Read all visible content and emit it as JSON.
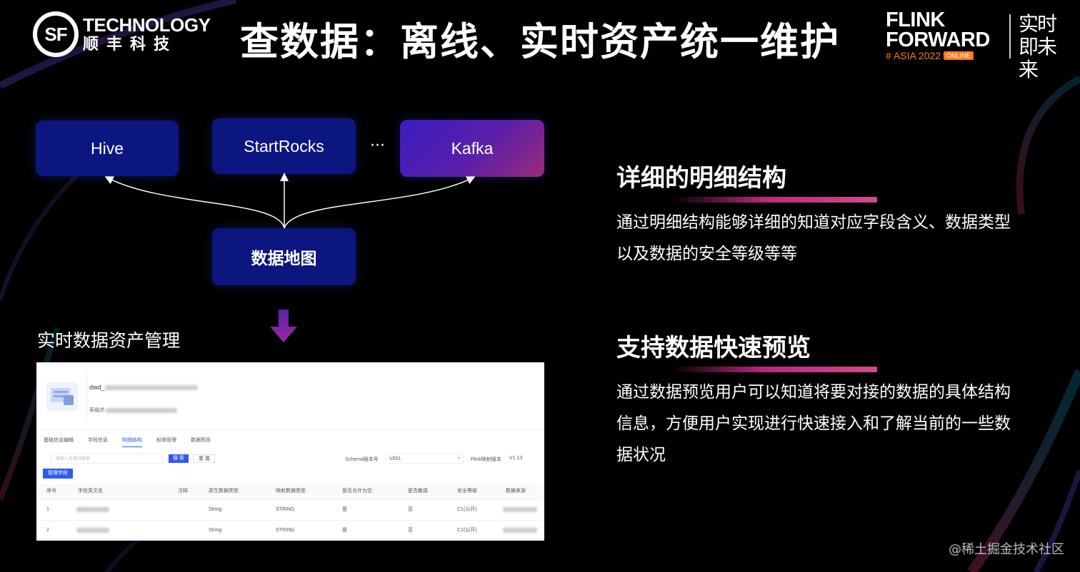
{
  "header": {
    "logo_mark": "SF",
    "logo_en": "TECHNOLOGY",
    "logo_cn": "顺丰科技",
    "title": "查数据：离线、实时资产统一维护",
    "brand_line1": "FLINK",
    "brand_line2": "FORWARD",
    "brand_line3": "# ASIA 2022",
    "brand_badge": "ONLINE",
    "brand_cn": "实时即未来"
  },
  "diagram": {
    "nodes": {
      "hive": "Hive",
      "startrocks": "StartRocks",
      "kafka": "Kafka",
      "data_map": "数据地图"
    },
    "ellipsis": "···",
    "section_label": "实时数据资产管理"
  },
  "screenshot": {
    "name_prefix": "dwd_",
    "desc_label": "表描述:",
    "tabs": [
      "基础信息编辑",
      "字段信息",
      "明细结构",
      "权限管理",
      "数据预览"
    ],
    "active_tab": 2,
    "search_placeholder": "请输入关键词搜索",
    "search_button": "搜 索",
    "reset_button": "重 置",
    "schema_label": "Schema版本号",
    "schema_value": "V001",
    "flink_label": "Flink映射版本",
    "flink_value": "V1.13",
    "manage_button": "管理字段",
    "columns": [
      "序号",
      "字段英文名",
      "注释",
      "原生数据类型",
      "映射数据类型",
      "是否允许为空",
      "是否敏感",
      "安全等级",
      "数据来源"
    ],
    "rows": [
      [
        "1",
        "",
        "",
        "String",
        "STRING",
        "是",
        "否",
        "C1(公开)",
        ""
      ],
      [
        "2",
        "",
        "",
        "String",
        "STRING",
        "是",
        "否",
        "C1(公开)",
        ""
      ]
    ]
  },
  "features": [
    {
      "title": "详细的明细结构",
      "text": "通过明细结构能够详细的知道对应字段含义、数据类型以及数据的安全等级等等"
    },
    {
      "title": "支持数据快速预览",
      "text": "通过数据预览用户可以知道将要对接的数据的具体结构信息，方便用户实现进行快速接入和了解当前的一些数据状况"
    }
  ],
  "watermark": "@稀土掘金技术社区",
  "colors": {
    "node_blue": "#0c1680",
    "accent_pink": "#b82a7c",
    "link_blue": "#2f5bea",
    "brand_orange": "#ff7a1a"
  }
}
